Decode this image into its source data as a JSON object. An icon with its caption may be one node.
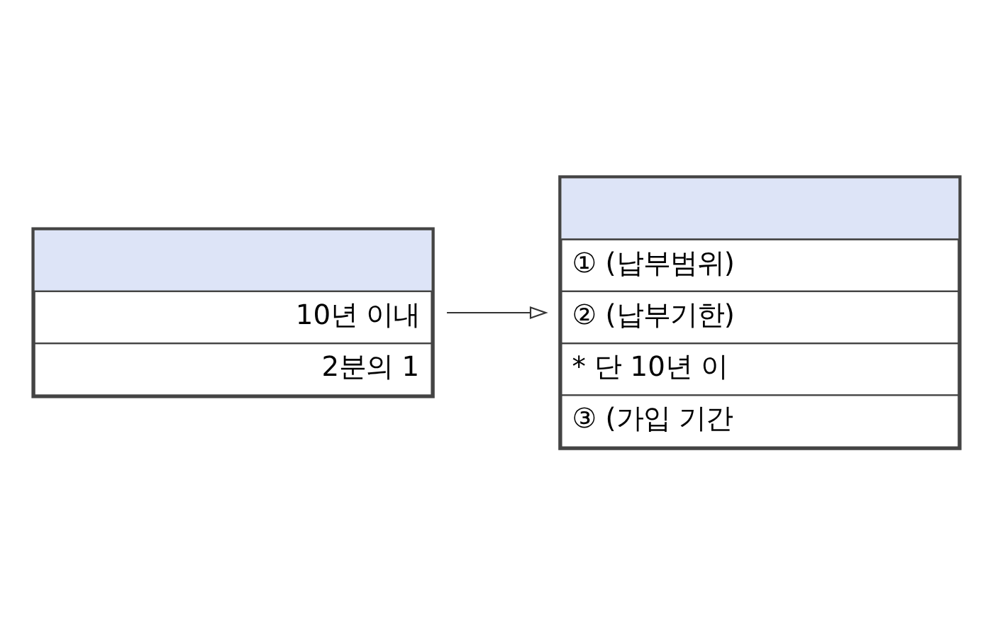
{
  "diagram": {
    "nodes": [
      {
        "text": [
          "10년 이내",
          "2분의 1"
        ]
      },
      {
        "text": [
          "① (납부범위)",
          "② (납부기한)",
          "* 단 10년 이",
          "③ (가입 기간"
        ]
      }
    ],
    "edges": [
      {
        "from": 0,
        "to": 1,
        "arrow": "to"
      }
    ]
  }
}
